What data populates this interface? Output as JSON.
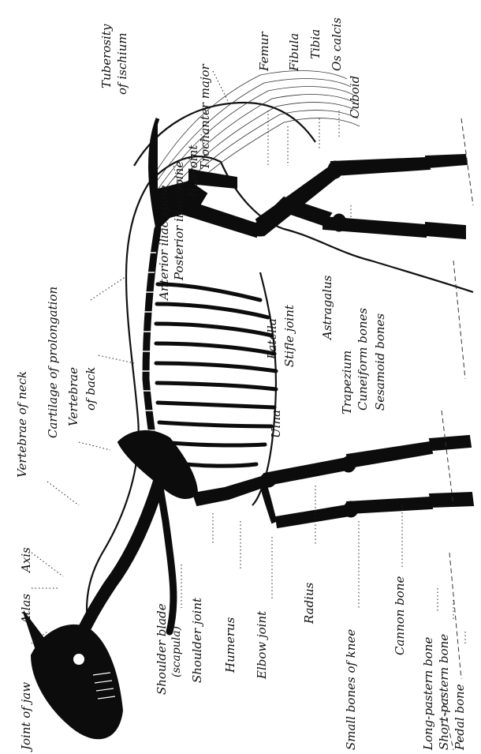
{
  "labels": {
    "joint_of_jaw": "Joint of jaw",
    "atlas": "Atlas",
    "axis": "Axis",
    "vertebrae_of_neck": "Vertebrae of neck",
    "cartilage_of_prolongation": "Cartilage of prolongation",
    "vertebrae_of_back_1": "Vertebrae",
    "vertebrae_of_back_2": "of back",
    "anterior_iliac_spine": "Anterior iliac spine",
    "posterior_iliac_spine": "Posterior iliac spine",
    "hip_joint": "Hip joint",
    "trochanter_major": "Trochanter major",
    "tuberosity_1": "Tuberosity",
    "tuberosity_2": "of ischium",
    "femur": "Femur",
    "fibula": "Fibula",
    "tibia": "Tibia",
    "os_calcis": "Os calcis",
    "cuboid": "Cuboid",
    "patella": "Patella",
    "stifle_joint": "Stifle joint",
    "astragalus": "Astragalus",
    "trapezium": "Trapezium",
    "cuneiform_bones": "Cuneiform bones",
    "sesamoid_bones": "Sesamoid bones",
    "ulna": "Ulna",
    "shoulder_blade": "Shoulder blade",
    "scapula": "(scapula)",
    "shoulder_joint": "Shoulder joint",
    "humerus": "Humerus",
    "elbow_joint": "Elbow joint",
    "radius": "Radius",
    "small_bones_of_knee": "Small bones of knee",
    "cannon_bone": "Cannon bone",
    "long_pastern_bone": "Long-pastern bone",
    "short_pastern_bone": "Short-pastern bone",
    "pedal_bone": "Pedal bone"
  }
}
